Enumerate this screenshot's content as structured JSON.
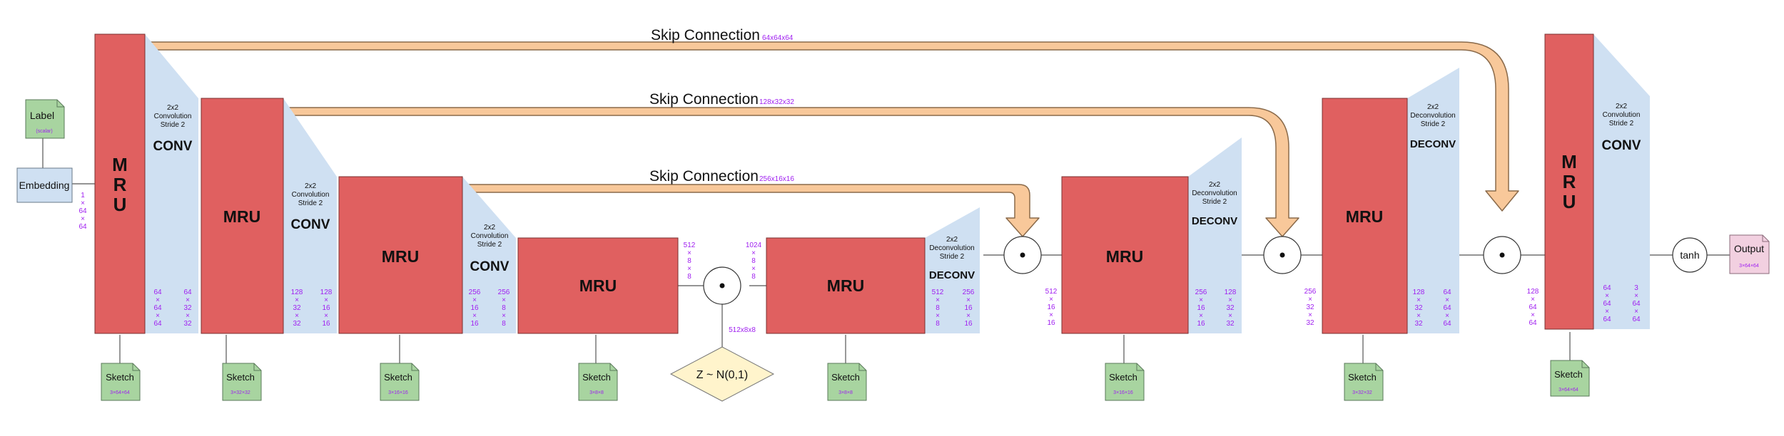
{
  "skip_connections": [
    {
      "label": "Skip Connection",
      "dim": "64x64x64"
    },
    {
      "label": "Skip Connection",
      "dim": "128x32x32"
    },
    {
      "label": "Skip Connection",
      "dim": "256x16x16"
    }
  ],
  "inputs": {
    "label_title": "Label",
    "label_sub": "(scalar)",
    "embedding": "Embedding",
    "embed_dim": [
      "1",
      "×",
      "64",
      "×",
      "64"
    ]
  },
  "blocks": {
    "mru_label": "MRU",
    "mru_vertical": [
      "M",
      "R",
      "U"
    ]
  },
  "ops": [
    {
      "desc": [
        "2x2",
        "Convolution",
        "Stride 2"
      ],
      "op": "CONV",
      "dim_in": [
        "64",
        "×",
        "64",
        "×",
        "64"
      ],
      "dim_out": [
        "64",
        "×",
        "32",
        "×",
        "32"
      ]
    },
    {
      "desc": [
        "2x2",
        "Convolution",
        "Stride 2"
      ],
      "op": "CONV",
      "dim_in": [
        "128",
        "×",
        "32",
        "×",
        "32"
      ],
      "dim_out": [
        "128",
        "×",
        "16",
        "×",
        "16"
      ]
    },
    {
      "desc": [
        "2x2",
        "Convolution",
        "Stride 2"
      ],
      "op": "CONV",
      "dim_in": [
        "256",
        "×",
        "16",
        "×",
        "16"
      ],
      "dim_out": [
        "256",
        "×",
        "8",
        "×",
        "8"
      ]
    },
    {
      "desc": [
        "2x2",
        "Deconvolution",
        "Stride 2"
      ],
      "op": "DECONV",
      "dim_in": [
        "512",
        "×",
        "8",
        "×",
        "8"
      ],
      "dim_out": [
        "256",
        "×",
        "16",
        "×",
        "16"
      ]
    },
    {
      "desc": [
        "2x2",
        "Deconvolution",
        "Stride 2"
      ],
      "op": "DECONV",
      "dim_in": [
        "256",
        "×",
        "16",
        "×",
        "16"
      ],
      "dim_out": [
        "128",
        "×",
        "32",
        "×",
        "32"
      ]
    },
    {
      "desc": [
        "2x2",
        "Deconvolution",
        "Stride 2"
      ],
      "op": "DECONV",
      "dim_in": [
        "128",
        "×",
        "32",
        "×",
        "32"
      ],
      "dim_out": [
        "64",
        "×",
        "64",
        "×",
        "64"
      ]
    },
    {
      "desc": [
        "2x2",
        "Convolution",
        "Stride 2"
      ],
      "op": "CONV",
      "dim_in": [
        "64",
        "×",
        "64",
        "×",
        "64"
      ],
      "dim_out": [
        "3",
        "×",
        "64",
        "×",
        "64"
      ]
    }
  ],
  "bottleneck": {
    "dim_a": [
      "512",
      "×",
      "8",
      "×",
      "8"
    ],
    "dim_b": [
      "1024",
      "×",
      "8",
      "×",
      "8"
    ],
    "noise_dim": "512x8x8",
    "noise_label": "Z ~ N(0,1)"
  },
  "merge_dims": [
    [
      "512",
      "×",
      "16",
      "×",
      "16"
    ],
    [
      "256",
      "×",
      "32",
      "×",
      "32"
    ],
    [
      "128",
      "×",
      "64",
      "×",
      "64"
    ]
  ],
  "sketches": [
    {
      "label": "Sketch",
      "dim": "3×64×64"
    },
    {
      "label": "Sketch",
      "dim": "3×32×32"
    },
    {
      "label": "Sketch",
      "dim": "3×16×16"
    },
    {
      "label": "Sketch",
      "dim": "3×8×8"
    },
    {
      "label": "Sketch",
      "dim": "3×8×8"
    },
    {
      "label": "Sketch",
      "dim": "3×16×16"
    },
    {
      "label": "Sketch",
      "dim": "3×32×32"
    },
    {
      "label": "Sketch",
      "dim": "3×64×64"
    }
  ],
  "output": {
    "activation": "tanh",
    "label": "Output",
    "dim": "3×64×64"
  },
  "colors": {
    "mru": "#e06060",
    "op": "#cfe0f2",
    "skip": "#f8c89a",
    "sketch": "#a8d4a0",
    "noise": "#fff4cc",
    "output": "#f2d0e0",
    "dim_text": "#a020f0"
  }
}
